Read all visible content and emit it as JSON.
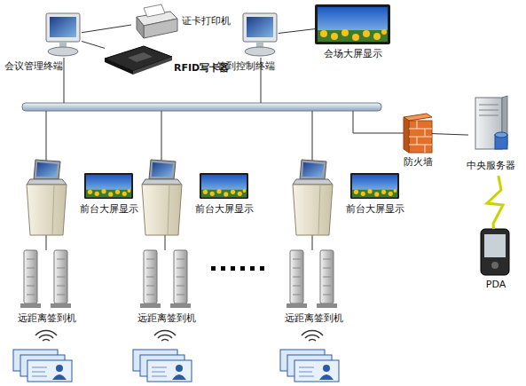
{
  "diagram": {
    "nodes": [
      {
        "text": [
          "证卡打印机"
        ]
      },
      {
        "text": [
          "会议管理终端"
        ]
      },
      {
        "text": [
          "RFID写卡器"
        ]
      },
      {
        "text": [
          "签到控制终端"
        ]
      },
      {
        "text": [
          "会场大屏显示"
        ]
      },
      {
        "text": [
          "防火墙"
        ]
      },
      {
        "text": [
          "中央服务器"
        ]
      },
      {
        "text": [
          "前台大屏显示"
        ]
      },
      {
        "text": [
          "前台大屏显示"
        ]
      },
      {
        "text": [
          "前台大屏显示"
        ]
      },
      {
        "text": [
          "PDA"
        ]
      },
      {
        "text": [
          "远距离签到机"
        ]
      },
      {
        "text": [
          "远距离签到机"
        ]
      },
      {
        "text": [
          "远距离签到机"
        ]
      }
    ],
    "edges": [
      {
        "from": 1,
        "to": 0,
        "arrow": "none"
      },
      {
        "from": 1,
        "to": 2,
        "arrow": "none"
      },
      {
        "from": 3,
        "to": 4,
        "arrow": "none"
      },
      {
        "from": 5,
        "to": 6,
        "arrow": "none"
      },
      {
        "from": 6,
        "to": 10,
        "arrow": "none"
      }
    ]
  }
}
